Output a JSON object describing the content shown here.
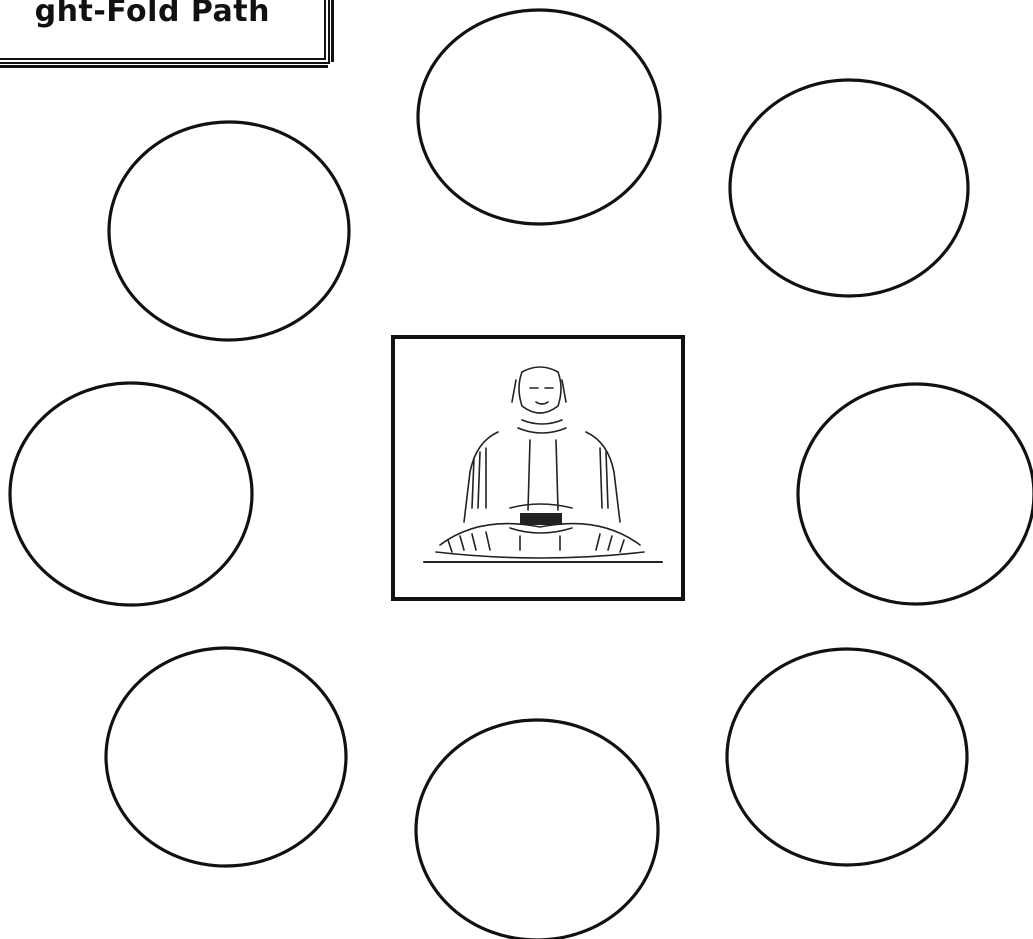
{
  "title": "ght-Fold Path",
  "center_image": "seated-buddha-statue",
  "path_circles": [
    {
      "id": 1,
      "label": ""
    },
    {
      "id": 2,
      "label": ""
    },
    {
      "id": 3,
      "label": ""
    },
    {
      "id": 4,
      "label": ""
    },
    {
      "id": 5,
      "label": ""
    },
    {
      "id": 6,
      "label": ""
    },
    {
      "id": 7,
      "label": ""
    },
    {
      "id": 8,
      "label": ""
    }
  ],
  "colors": {
    "ink": "#111111",
    "paper": "#ffffff"
  }
}
